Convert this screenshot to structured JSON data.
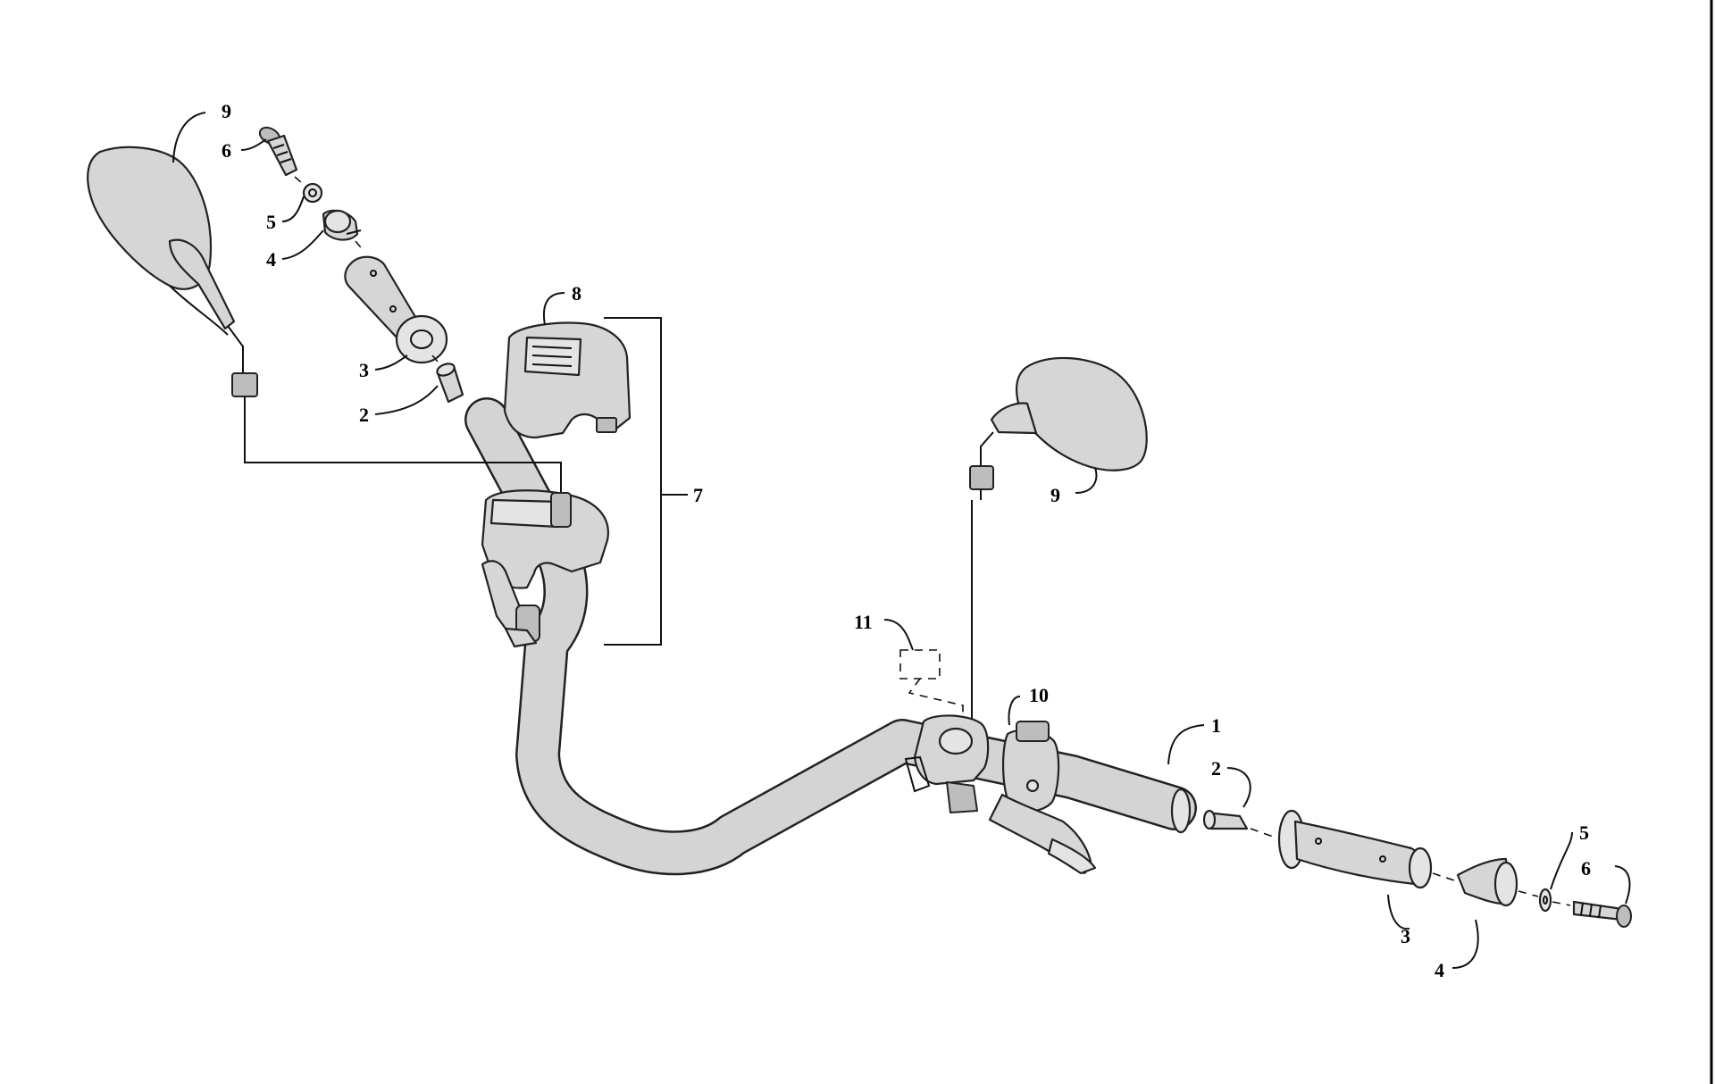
{
  "callouts": {
    "left_mirror": "9",
    "left_screw": "6",
    "left_washer": "5",
    "left_end_cap": "4",
    "left_grip": "3",
    "left_insert": "2",
    "cover": "8",
    "switch_assembly": "7",
    "right_mirror": "9",
    "label": "11",
    "throttle_housing": "10",
    "handlebar": "1",
    "right_insert": "2",
    "right_washer": "5",
    "right_screw": "6",
    "right_grip": "3",
    "right_end_cap": "4"
  }
}
